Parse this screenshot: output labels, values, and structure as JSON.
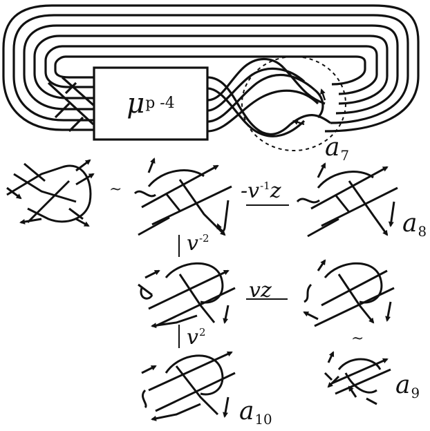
{
  "box_label": {
    "main": "μ",
    "sub": "p -4"
  },
  "terms": [
    {
      "id": "a7",
      "letter": "a",
      "index": "7"
    },
    {
      "id": "a8",
      "letter": "a",
      "index": "8"
    },
    {
      "id": "a9",
      "letter": "a",
      "index": "9"
    },
    {
      "id": "a10",
      "letter": "a",
      "index": "10"
    }
  ],
  "coefficients": {
    "top_horizontal": {
      "text": "-v",
      "sup": "-1",
      "tail": "z"
    },
    "top_vertical": {
      "text": "v",
      "sup": "-2"
    },
    "middle_horizontal": {
      "text": "vz"
    },
    "bottom_vertical": {
      "text": "v",
      "sup": "2"
    }
  },
  "relations": {
    "equiv_top": "~",
    "equiv_right": "~"
  }
}
